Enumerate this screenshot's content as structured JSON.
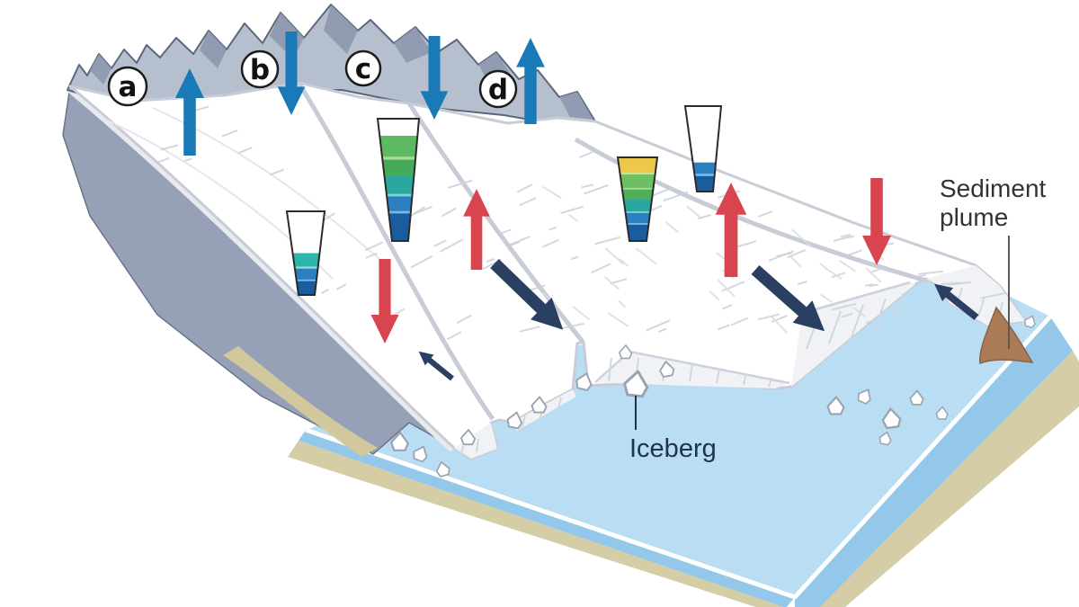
{
  "figure": {
    "type": "illustration",
    "subject": "glacier-states-block-diagram",
    "panel_labels": [
      {
        "id": "a",
        "label": "a"
      },
      {
        "id": "b",
        "label": "b"
      },
      {
        "id": "c",
        "label": "c"
      },
      {
        "id": "d",
        "label": "d"
      }
    ],
    "callouts": {
      "iceberg": {
        "label": "Iceberg"
      },
      "sediment_plume": {
        "label": "Sediment plume",
        "line1": "Sediment",
        "line2": "plume"
      }
    },
    "arrows": [
      {
        "id": "blue-up-a",
        "color_key": "blue_arrow",
        "direction": "up"
      },
      {
        "id": "blue-down-b",
        "color_key": "blue_arrow",
        "direction": "down"
      },
      {
        "id": "blue-down-c",
        "color_key": "blue_arrow",
        "direction": "down"
      },
      {
        "id": "blue-up-d",
        "color_key": "blue_arrow",
        "direction": "up"
      },
      {
        "id": "red-down-1",
        "color_key": "red_arrow",
        "direction": "down"
      },
      {
        "id": "red-up-1",
        "color_key": "red_arrow",
        "direction": "up"
      },
      {
        "id": "red-up-2",
        "color_key": "red_arrow",
        "direction": "up"
      },
      {
        "id": "red-down-2",
        "color_key": "red_arrow",
        "direction": "down"
      },
      {
        "id": "flow-large-1",
        "color_key": "flow_arrow",
        "direction": "down-right"
      },
      {
        "id": "flow-large-2",
        "color_key": "flow_arrow",
        "direction": "down-right"
      },
      {
        "id": "flow-small-1",
        "color_key": "flow_arrow",
        "direction": "up-left"
      },
      {
        "id": "flow-small-2",
        "color_key": "flow_arrow",
        "direction": "up-left"
      }
    ],
    "gauges": [
      {
        "id": "gauge-b",
        "fill_fraction": 0.5,
        "bands": [
          {
            "color": "#ffffff",
            "frac": 0.5
          },
          {
            "color": "#2db5ac",
            "frac": 0.16
          },
          {
            "color": "#8edcd6",
            "frac": 0.025
          },
          {
            "color": "#2a80c0",
            "frac": 0.13
          },
          {
            "color": "#79b8e4",
            "frac": 0.02
          },
          {
            "color": "#1b5c9e",
            "frac": 0.3
          }
        ]
      },
      {
        "id": "gauge-c",
        "fill_fraction": 0.86,
        "bands": [
          {
            "color": "#ffffff",
            "frac": 0.14
          },
          {
            "color": "#5cba62",
            "frac": 0.17
          },
          {
            "color": "#aadb94",
            "frac": 0.025
          },
          {
            "color": "#47a95a",
            "frac": 0.13
          },
          {
            "color": "#2aa8a0",
            "frac": 0.15
          },
          {
            "color": "#7fd4cf",
            "frac": 0.02
          },
          {
            "color": "#2a80c0",
            "frac": 0.12
          },
          {
            "color": "#79b8e4",
            "frac": 0.02
          },
          {
            "color": "#1b5c9e",
            "frac": 0.3
          }
        ]
      },
      {
        "id": "gauge-d-full",
        "fill_fraction": 1.0,
        "bands": [
          {
            "color": "#ecc84a",
            "frac": 0.18
          },
          {
            "color": "#cfe08c",
            "frac": 0.025
          },
          {
            "color": "#6cc063",
            "frac": 0.16
          },
          {
            "color": "#a8d88a",
            "frac": 0.02
          },
          {
            "color": "#4fae5c",
            "frac": 0.12
          },
          {
            "color": "#2aa8a0",
            "frac": 0.14
          },
          {
            "color": "#7fd4cf",
            "frac": 0.02
          },
          {
            "color": "#2a80c0",
            "frac": 0.12
          },
          {
            "color": "#79b8e4",
            "frac": 0.02
          },
          {
            "color": "#1b5c9e",
            "frac": 0.3
          }
        ]
      },
      {
        "id": "gauge-d-low",
        "fill_fraction": 0.34,
        "bands": [
          {
            "color": "#ffffff",
            "frac": 0.66
          },
          {
            "color": "#2a80c0",
            "frac": 0.13
          },
          {
            "color": "#79b8e4",
            "frac": 0.03
          },
          {
            "color": "#1b5c9e",
            "frac": 0.25
          }
        ]
      }
    ]
  },
  "colors": {
    "blue_arrow": "#1a7ab8",
    "red_arrow": "#d8454e",
    "flow_arrow": "#2b3f63",
    "water_top": "#b9ddf2",
    "water_side": "#93c8ea",
    "seabed": "#d5cda5",
    "rock_face": "#96a1b7",
    "rock_tan": "#d2c89e",
    "mountain": "#b6bfce",
    "mountain_shadow": "#8d98af",
    "mountain_outline": "#5c677d",
    "ice_edge": "#c7ccd6",
    "ice_face": "#f0f2f6",
    "texture": "#ccd2db",
    "iceberg_stroke": "#9aa4b0",
    "plume": "#aa7b55",
    "plume_outline": "#8a6143",
    "label_ink": "#111111",
    "iceberg_text": "#203447",
    "annotation_text": "#333333",
    "leader": "#5a5a5a",
    "shoreline": "#ffffff"
  }
}
